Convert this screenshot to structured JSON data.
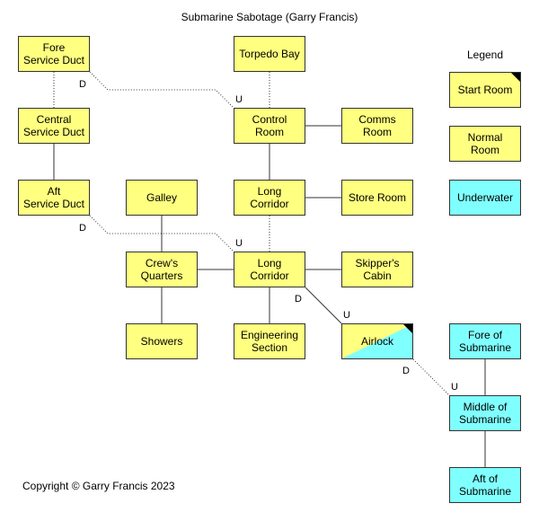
{
  "title": "Submarine Sabotage (Garry Francis)",
  "legend": {
    "title": "Legend",
    "start_room": "Start Room",
    "normal_room": "Normal\nRoom",
    "underwater": "Underwater"
  },
  "rooms": {
    "fore_service_duct": "Fore\nService Duct",
    "central_service_duct": "Central\nService Duct",
    "aft_service_duct": "Aft\nService Duct",
    "torpedo_bay": "Torpedo Bay",
    "control_room": "Control\nRoom",
    "comms_room": "Comms\nRoom",
    "galley": "Galley",
    "long_corridor_upper": "Long\nCorridor",
    "store_room": "Store Room",
    "crews_quarters": "Crew's\nQuarters",
    "long_corridor_lower": "Long\nCorridor",
    "skippers_cabin": "Skipper's\nCabin",
    "showers": "Showers",
    "engineering_section": "Engineering\nSection",
    "airlock": "Airlock",
    "fore_of_submarine": "Fore of\nSubmarine",
    "middle_of_submarine": "Middle of\nSubmarine",
    "aft_of_submarine": "Aft of\nSubmarine"
  },
  "direction_labels": {
    "down": "D",
    "up": "U"
  },
  "colors": {
    "normal": "#ffff80",
    "underwater": "#80ffff",
    "border": "#333333",
    "start_marker": "#000000"
  },
  "copyright": "Copyright © Garry Francis 2023"
}
